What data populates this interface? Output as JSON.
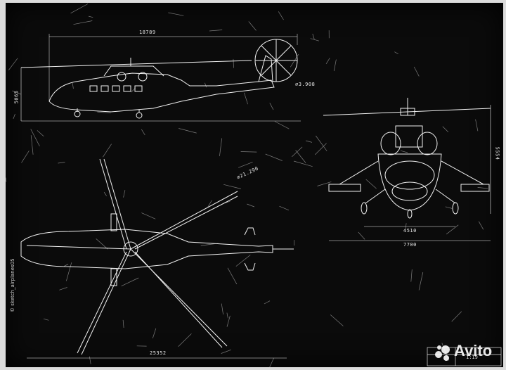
{
  "dimensions": {
    "side_length": "18789",
    "side_height": "5065",
    "side_tail_rotor": "∅3.908",
    "rotor_diameter": "∅21.290",
    "front_height": "5554",
    "front_track": "4510",
    "front_span": "7700",
    "top_length": "25352"
  },
  "credit": "© sketch_airplanes05",
  "scale": "1:19",
  "watermark": {
    "brand": "Avito"
  },
  "colors": {
    "board": "#0b0b0b",
    "lines": "#f0f0f0",
    "frame": "#dcdcdc"
  }
}
